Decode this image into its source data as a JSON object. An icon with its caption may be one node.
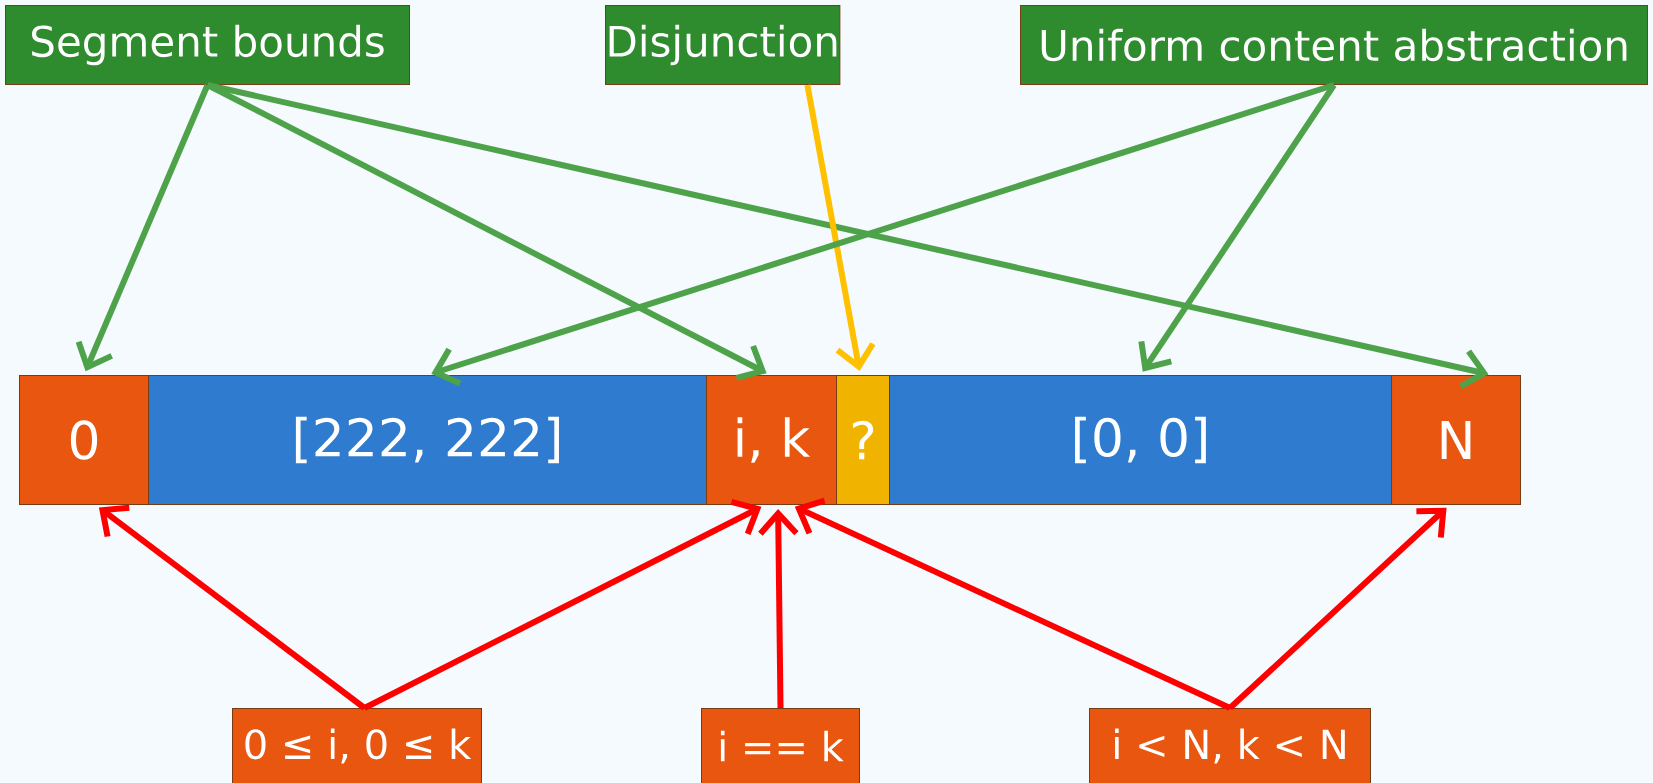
{
  "diagram": {
    "nodes": [
      {
        "text": [
          "Segment bounds"
        ]
      },
      {
        "text": [
          "Disjunction"
        ]
      },
      {
        "text": [
          "Uniform content abstraction"
        ]
      },
      {
        "text": [
          "0"
        ]
      },
      {
        "text": [
          "[222, 222]"
        ]
      },
      {
        "text": [
          "i, k"
        ]
      },
      {
        "text": [
          "?"
        ]
      },
      {
        "text": [
          "[0, 0]"
        ]
      },
      {
        "text": [
          "N"
        ]
      },
      {
        "text": [
          "0 ≤ i, 0 ≤ k"
        ]
      },
      {
        "text": [
          "i == k"
        ]
      },
      {
        "text": [
          "i < N, k < N"
        ]
      }
    ],
    "edges": [
      {
        "from": 0,
        "to": 3,
        "arrow": "to"
      },
      {
        "from": 0,
        "to": 5,
        "arrow": "to"
      },
      {
        "from": 0,
        "to": 8,
        "arrow": "to"
      },
      {
        "from": 1,
        "to": 6,
        "arrow": "to",
        "color": "#ffc000"
      },
      {
        "from": 2,
        "to": 4,
        "arrow": "to"
      },
      {
        "from": 2,
        "to": 7,
        "arrow": "to"
      },
      {
        "from": 9,
        "to": 3,
        "arrow": "to",
        "color": "#ff0000"
      },
      {
        "from": 9,
        "to": 5,
        "arrow": "to",
        "color": "#ff0000"
      },
      {
        "from": 10,
        "to": 5,
        "arrow": "to",
        "color": "#ff0000"
      },
      {
        "from": 11,
        "to": 5,
        "arrow": "to",
        "color": "#ff0000"
      },
      {
        "from": 11,
        "to": 8,
        "arrow": "to",
        "color": "#ff0000"
      }
    ]
  }
}
